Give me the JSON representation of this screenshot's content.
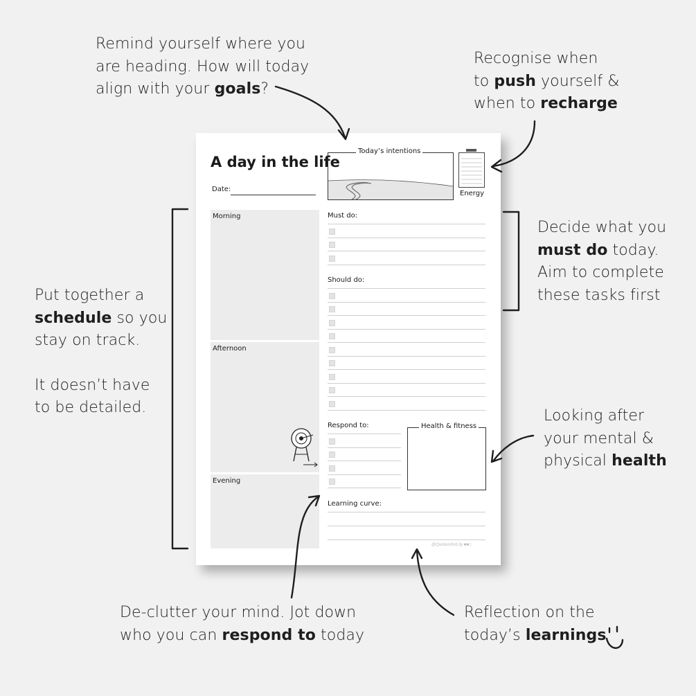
{
  "annotations": {
    "goals": {
      "l1": "Remind yourself where you",
      "l2": "are heading. How will today",
      "l3_pre": "align with your ",
      "l3_bold": "goals",
      "l3_post": "?"
    },
    "energy": {
      "l1": "Recognise when",
      "l2_pre": "to ",
      "l2_bold": "push",
      "l2_post": " yourself &",
      "l3_pre": "when to ",
      "l3_bold": "recharge"
    },
    "must": {
      "l1": "Decide what you",
      "l2_bold": "must do",
      "l2_post": " today.",
      "l3": "Aim to complete",
      "l4": "these tasks first"
    },
    "schedule": {
      "l1": "Put together a",
      "l2_bold": "schedule",
      "l2_post": " so you",
      "l3": "stay on track.",
      "l4": "It doesn’t have",
      "l5": "to be detailed."
    },
    "health": {
      "l1": "Looking after",
      "l2": "your mental &",
      "l3_pre": "physical ",
      "l3_bold": "health"
    },
    "respond": {
      "l1": "De-clutter your mind. Jot down",
      "l2_pre": "who you can ",
      "l2_bold": "respond to",
      "l2_post": " today"
    },
    "learning": {
      "l1": "Reflection on the",
      "l2_pre": "today’s ",
      "l2_bold": "learnings"
    }
  },
  "sheet": {
    "title": "A day in the life",
    "date_label": "Date:",
    "intentions_label": "Today’s intentions",
    "energy_label": "Energy",
    "morning": "Morning",
    "afternoon": "Afternoon",
    "evening": "Evening",
    "must_do": "Must do:",
    "should_do": "Should do:",
    "respond_to": "Respond to:",
    "health_fitness": "Health & fitness",
    "learning_curve": "Learning curve:",
    "footer": "@QuoteArtistLily"
  },
  "colors": {
    "background": "#f1f1f1",
    "sheet": "#ffffff",
    "block": "#ececec",
    "ink": "#1e1e1e"
  },
  "icons": [
    "arrow-icon",
    "battery-icon",
    "road-icon",
    "target-icon",
    "smile-icon",
    "twitter-icon",
    "linkedin-icon",
    "instagram-icon"
  ]
}
